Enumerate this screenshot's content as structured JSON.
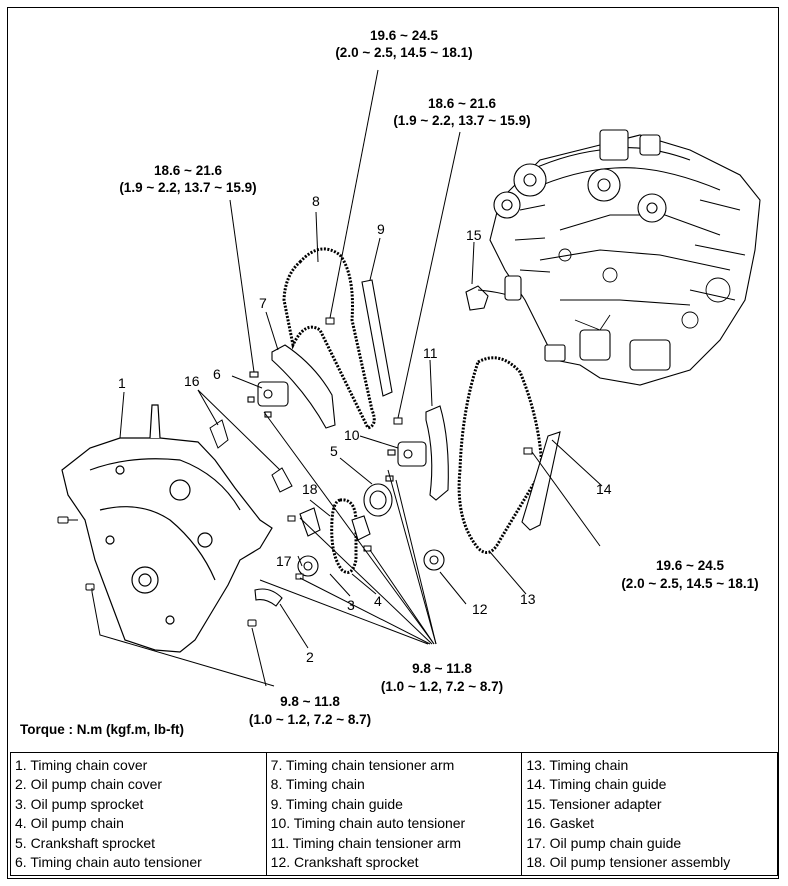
{
  "torque_labels": [
    {
      "line1": "19.6 ~ 24.5",
      "line2": "(2.0 ~ 2.5, 14.5 ~ 18.1)"
    },
    {
      "line1": "18.6 ~ 21.6",
      "line2": "(1.9 ~ 2.2, 13.7 ~ 15.9)"
    },
    {
      "line1": "18.6 ~ 21.6",
      "line2": "(1.9 ~ 2.2, 13.7 ~ 15.9)"
    },
    {
      "line1": "19.6 ~ 24.5",
      "line2": "(2.0 ~ 2.5, 14.5 ~ 18.1)"
    },
    {
      "line1": "9.8 ~ 11.8",
      "line2": "(1.0 ~ 1.2, 7.2 ~ 8.7)"
    },
    {
      "line1": "9.8 ~ 11.8",
      "line2": "(1.0 ~ 1.2, 7.2 ~ 8.7)"
    }
  ],
  "torque_unit": "Torque : N.m (kgf.m, lb-ft)",
  "callouts": [
    "1",
    "2",
    "3",
    "4",
    "5",
    "6",
    "7",
    "8",
    "9",
    "10",
    "11",
    "12",
    "13",
    "14",
    "15",
    "16",
    "17",
    "18"
  ],
  "legend": {
    "col1": [
      "1. Timing chain cover",
      "2. Oil pump chain cover",
      "3. Oil pump sprocket",
      "4. Oil pump chain",
      "5. Crankshaft sprocket",
      "6. Timing chain auto tensioner"
    ],
    "col2": [
      "7. Timing chain tensioner arm",
      "8. Timing chain",
      "9. Timing chain guide",
      "10. Timing chain auto tensioner",
      "11. Timing chain tensioner arm",
      "12. Crankshaft sprocket"
    ],
    "col3": [
      "13. Timing chain",
      "14. Timing chain guide",
      "15. Tensioner adapter",
      "16. Gasket",
      "17. Oil pump chain guide",
      "18. Oil pump tensioner assembly"
    ]
  }
}
